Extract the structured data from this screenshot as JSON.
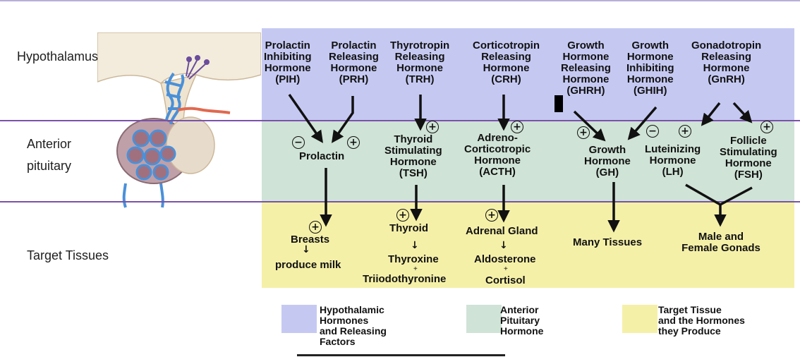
{
  "row_labels": {
    "hypothalamus": "Hypothalamus",
    "anterior_line1": "Anterior",
    "anterior_line2": "pituitary",
    "target": "Target Tissues"
  },
  "hypothalamic_hormones": [
    {
      "lines": [
        "Prolactin",
        "Inhibiting",
        "Hormone",
        "(PIH)"
      ]
    },
    {
      "lines": [
        "Prolactin",
        "Releasing",
        "Hormone",
        "(PRH)"
      ]
    },
    {
      "lines": [
        "Thyrotropin",
        "Releasing",
        "Hormone",
        "(TRH)"
      ]
    },
    {
      "lines": [
        "Corticotropin",
        "Releasing",
        "Hormone",
        "(CRH)"
      ]
    },
    {
      "lines": [
        "Growth",
        "Hormone",
        "Releasing",
        "Hormone",
        "(GHRH)"
      ]
    },
    {
      "lines": [
        "Growth",
        "Hormone",
        "Inhibiting",
        "Hormone",
        "(GHIH)"
      ]
    },
    {
      "lines": [
        "Gonadotropin",
        "Releasing",
        "Hormone",
        "(GnRH)"
      ]
    }
  ],
  "pituitary_hormones": [
    {
      "lines": [
        "Prolactin"
      ]
    },
    {
      "lines": [
        "Thyroid",
        "Stimulating",
        "Hormone",
        "(TSH)"
      ]
    },
    {
      "lines": [
        "Adreno-",
        "Corticotropic",
        "Hormone",
        "(ACTH)"
      ]
    },
    {
      "lines": [
        "Growth",
        "Hormone",
        "(GH)"
      ]
    },
    {
      "lines": [
        "Luteinizing",
        "Hormone",
        "(LH)"
      ]
    },
    {
      "lines": [
        "Follicle",
        "Stimulating",
        "Hormone",
        "(FSH)"
      ]
    }
  ],
  "targets": {
    "breasts": "Breasts",
    "produce_milk": "produce milk",
    "thyroid": "Thyroid",
    "thyroxine": "Thyroxine",
    "triiodothyronine": "Triiodothyronine",
    "adrenal": "Adrenal Gland",
    "aldosterone": "Aldosterone",
    "cortisol": "Cortisol",
    "many_tissues": "Many Tissues",
    "gonads_line1": "Male and",
    "gonads_line2": "Female Gonads",
    "plus_small": "+"
  },
  "signs": {
    "plus": "+",
    "minus": "−"
  },
  "legend": [
    {
      "lines": [
        "Hypothalamic",
        "Hormones",
        "and Releasing",
        "Factors"
      ],
      "color": "#c5c9f2"
    },
    {
      "lines": [
        "Anterior",
        "Pituitary",
        "Hormone"
      ],
      "color": "#cfe3d6"
    },
    {
      "lines": [
        "Target Tissue",
        "and the Hormones",
        "they Produce"
      ],
      "color": "#f5f0a8"
    }
  ],
  "colors": {
    "hypothalamus_band": "#c5c9f2",
    "pituitary_band": "#cfe3d6",
    "target_band": "#f5f0a8",
    "divider": "#7a52a8"
  }
}
